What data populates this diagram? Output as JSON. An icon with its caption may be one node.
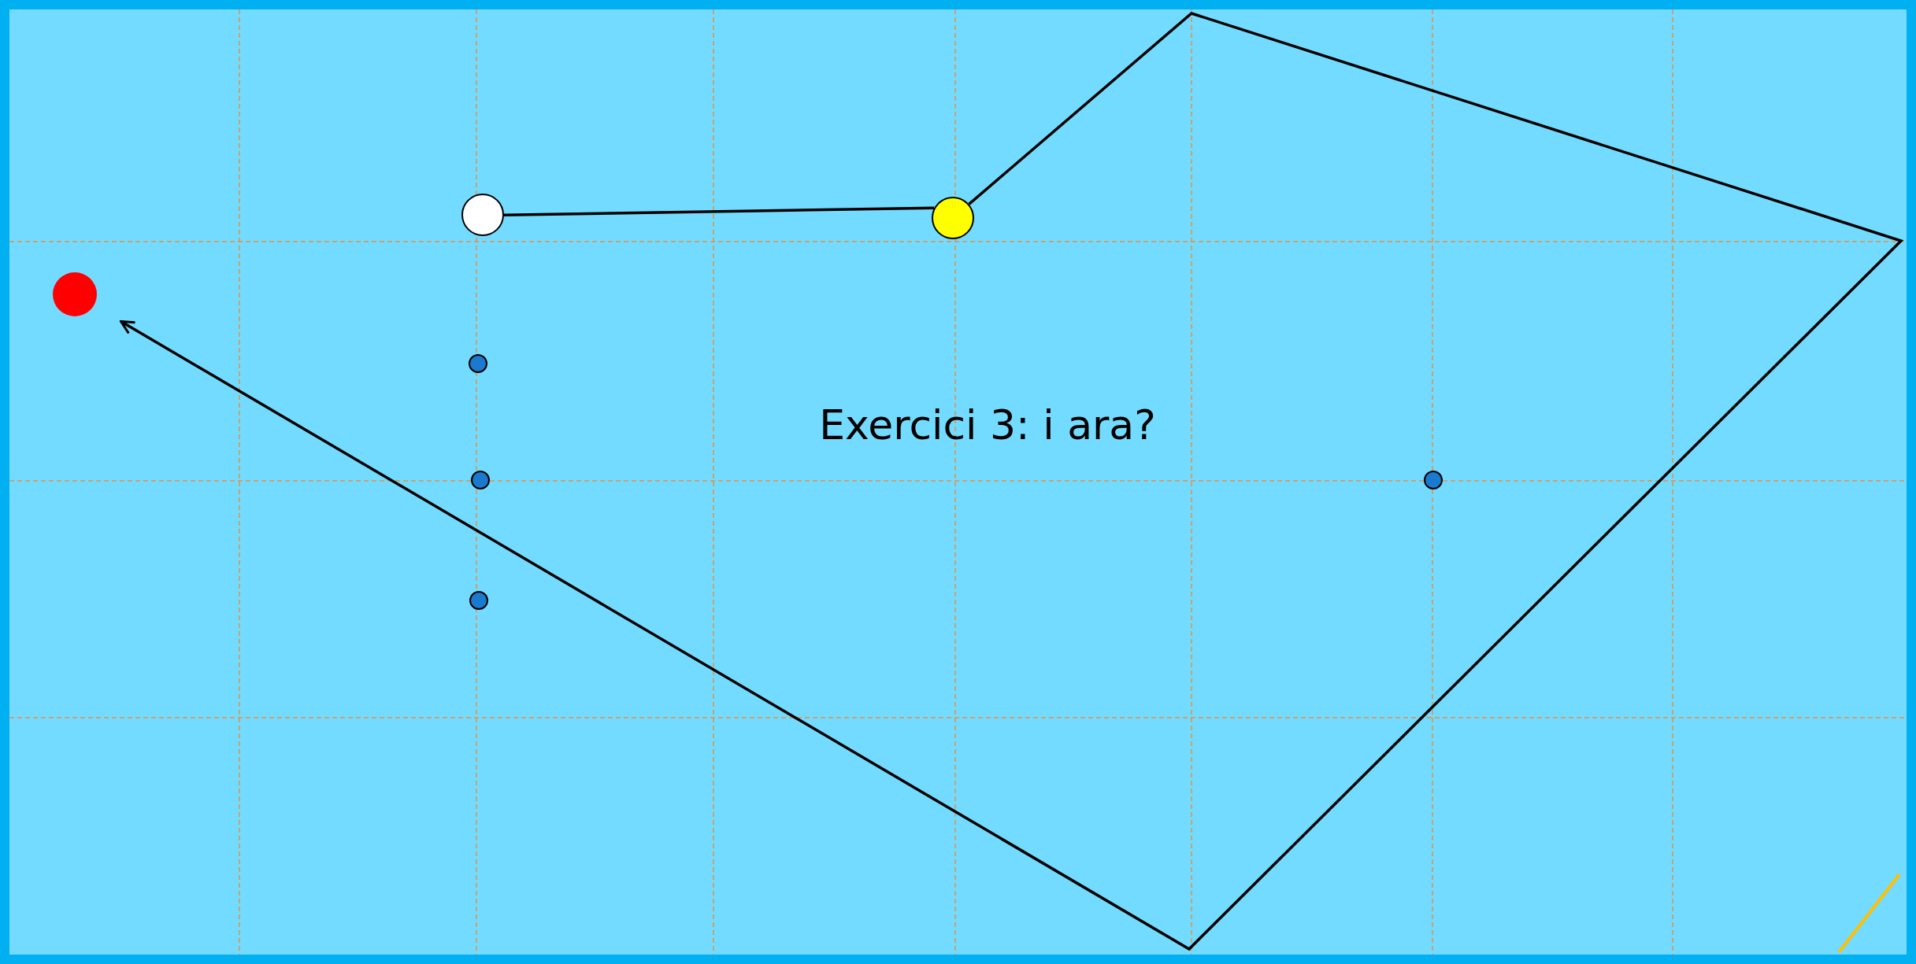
{
  "diagram": {
    "title": "Exercici 3: i ara?",
    "nodes": [
      {
        "text": [],
        "shape": "circle"
      },
      {
        "text": [],
        "shape": "circle"
      },
      {
        "text": [],
        "shape": "circle"
      },
      {
        "text": [],
        "shape": "circle"
      },
      {
        "text": [],
        "shape": "circle"
      },
      {
        "text": [],
        "shape": "circle"
      },
      {
        "text": [],
        "shape": "circle"
      }
    ],
    "edges": [
      {
        "from": 0,
        "to": 1,
        "arrow": "none"
      },
      {
        "from": 1,
        "to": 2,
        "arrow": "to"
      }
    ]
  }
}
